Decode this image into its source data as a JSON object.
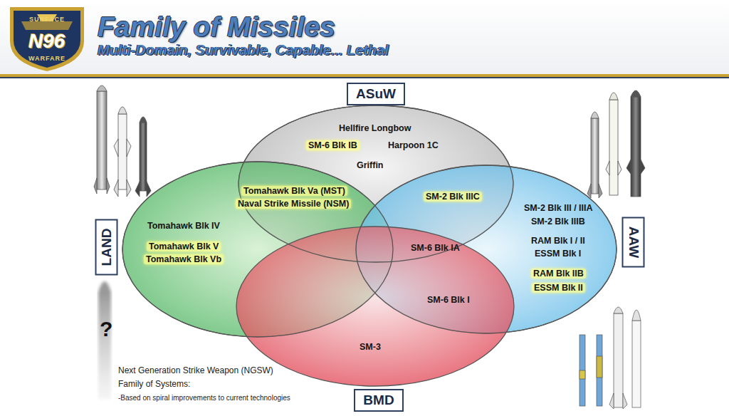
{
  "diagram": {
    "title": "Family of Missiles",
    "nodes": [
      {
        "text": [
          "ASuW"
        ]
      },
      {
        "text": [
          "LAND"
        ]
      },
      {
        "text": [
          "AAW"
        ]
      },
      {
        "text": [
          "BMD"
        ]
      }
    ],
    "labels": [
      "SURFACE",
      "N96",
      "WARFARE",
      "Multi-Domain, Survivable, Capable... Lethal",
      "Hellfire Longbow",
      "SM-6 Blk IB",
      "Harpoon 1C",
      "Griffin",
      "Tomahawk Blk Va (MST)",
      "Naval Strike Missile (NSM)",
      "SM-2 Blk IIIC",
      "Tomahawk Blk IV",
      "Tomahawk Blk V",
      "Tomahawk Blk Vb",
      "SM-6 Blk IA",
      "SM-2 Blk III / IIIA",
      "SM-2 Blk IIIB",
      "RAM Blk I / II",
      "ESSM Blk I",
      "RAM Blk IIB",
      "ESSM Blk II",
      "SM-6 Blk I",
      "SM-3",
      "?",
      "Next Generation Strike Weapon (NGSW)",
      "Family of Systems:",
      "-Based on spiral improvements to current technologies"
    ]
  }
}
